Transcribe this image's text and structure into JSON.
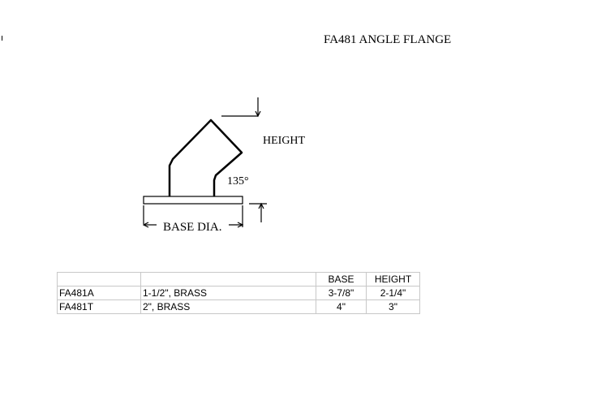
{
  "title": "FA481 ANGLE FLANGE",
  "diagram": {
    "height_label": "HEIGHT",
    "angle_label": "135°",
    "base_label": "BASE DIA."
  },
  "table": {
    "headers": [
      "",
      "",
      "BASE",
      "HEIGHT"
    ],
    "rows": [
      [
        "FA481A",
        "1-1/2\", BRASS",
        "3-7/8\"",
        "2-1/4\""
      ],
      [
        "FA481T",
        "2\", BRASS",
        "4\"",
        "3\""
      ]
    ]
  }
}
